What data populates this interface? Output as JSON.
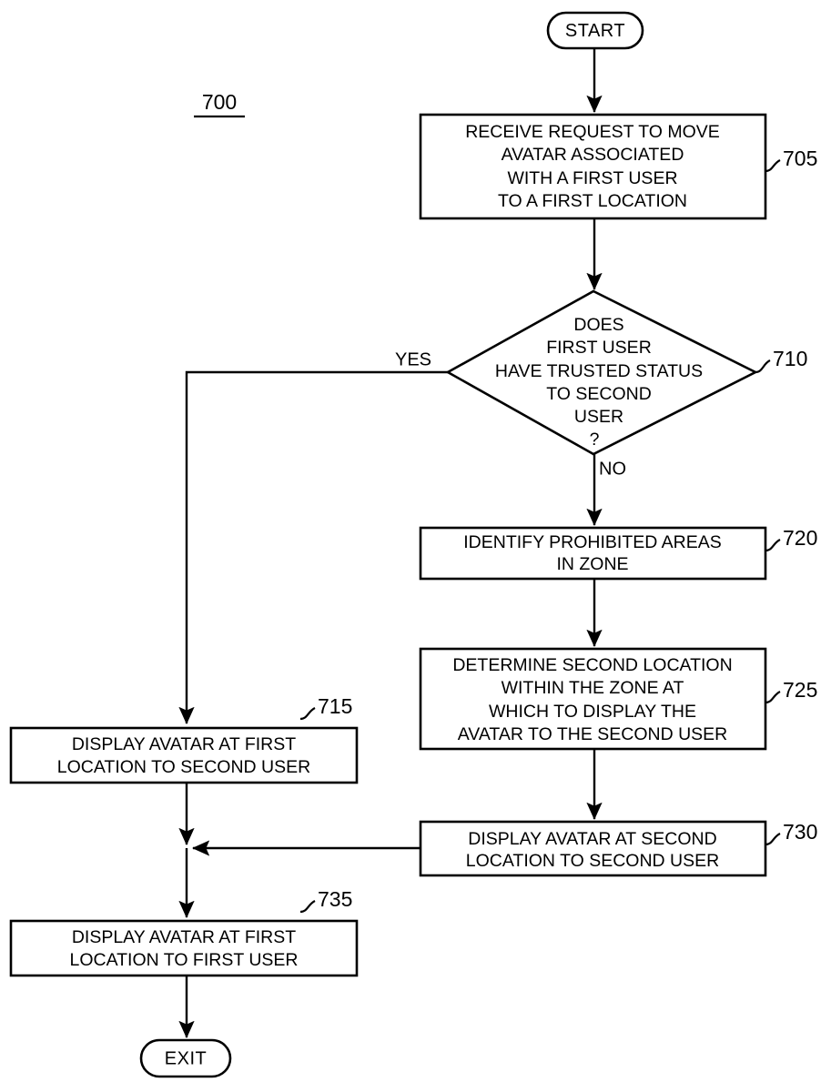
{
  "figure": {
    "label": "700",
    "underlined": true
  },
  "colors": {
    "stroke": "#000000",
    "fill": "#ffffff",
    "background": "#ffffff"
  },
  "nodes": {
    "start": {
      "type": "terminal",
      "label": "START"
    },
    "exit": {
      "type": "terminal",
      "label": "EXIT"
    },
    "step_705": {
      "type": "process",
      "ref": "705",
      "lines": [
        "RECEIVE REQUEST TO MOVE",
        "AVATAR ASSOCIATED",
        "WITH A FIRST USER",
        "TO A FIRST LOCATION"
      ]
    },
    "decision_710": {
      "type": "decision",
      "ref": "710",
      "lines": [
        "DOES",
        "FIRST USER",
        "HAVE TRUSTED STATUS",
        "TO SECOND",
        "USER",
        "?"
      ]
    },
    "step_715": {
      "type": "process",
      "ref": "715",
      "lines": [
        "DISPLAY AVATAR AT FIRST",
        "LOCATION TO SECOND USER"
      ]
    },
    "step_720": {
      "type": "process",
      "ref": "720",
      "lines": [
        "IDENTIFY PROHIBITED AREAS",
        "IN ZONE"
      ]
    },
    "step_725": {
      "type": "process",
      "ref": "725",
      "lines": [
        "DETERMINE SECOND LOCATION",
        "WITHIN THE ZONE AT",
        "WHICH TO DISPLAY THE",
        "AVATAR TO THE SECOND USER"
      ]
    },
    "step_730": {
      "type": "process",
      "ref": "730",
      "lines": [
        "DISPLAY AVATAR AT SECOND",
        "LOCATION TO SECOND USER"
      ]
    },
    "step_735": {
      "type": "process",
      "ref": "735",
      "lines": [
        "DISPLAY AVATAR AT FIRST",
        "LOCATION TO FIRST USER"
      ]
    }
  },
  "branches": {
    "yes": "YES",
    "no": "NO"
  }
}
